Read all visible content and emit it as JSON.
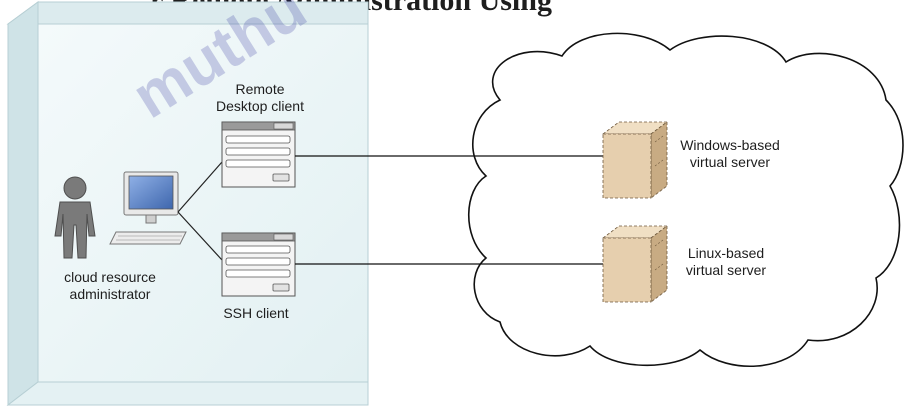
{
  "header": {
    "partial_title": "r Remote Administration Using"
  },
  "watermark": {
    "text": "muthu"
  },
  "local_environment": {
    "administrator_label_line1": "cloud resource",
    "administrator_label_line2": "administrator",
    "rdp_label_line1": "Remote",
    "rdp_label_line2": "Desktop client",
    "ssh_label": "SSH client"
  },
  "cloud": {
    "windows_server_line1": "Windows-based",
    "windows_server_line2": "virtual server",
    "linux_server_line1": "Linux-based",
    "linux_server_line2": "virtual server"
  },
  "colors": {
    "box_front": "#eef7f8",
    "box_side": "#d6e8eb",
    "server_face": "#e6cfae",
    "server_side": "#c8ab83",
    "person": "#7a7a7a",
    "monitor_screen": "#5b82c4",
    "watermark": "#2a2a9a"
  }
}
